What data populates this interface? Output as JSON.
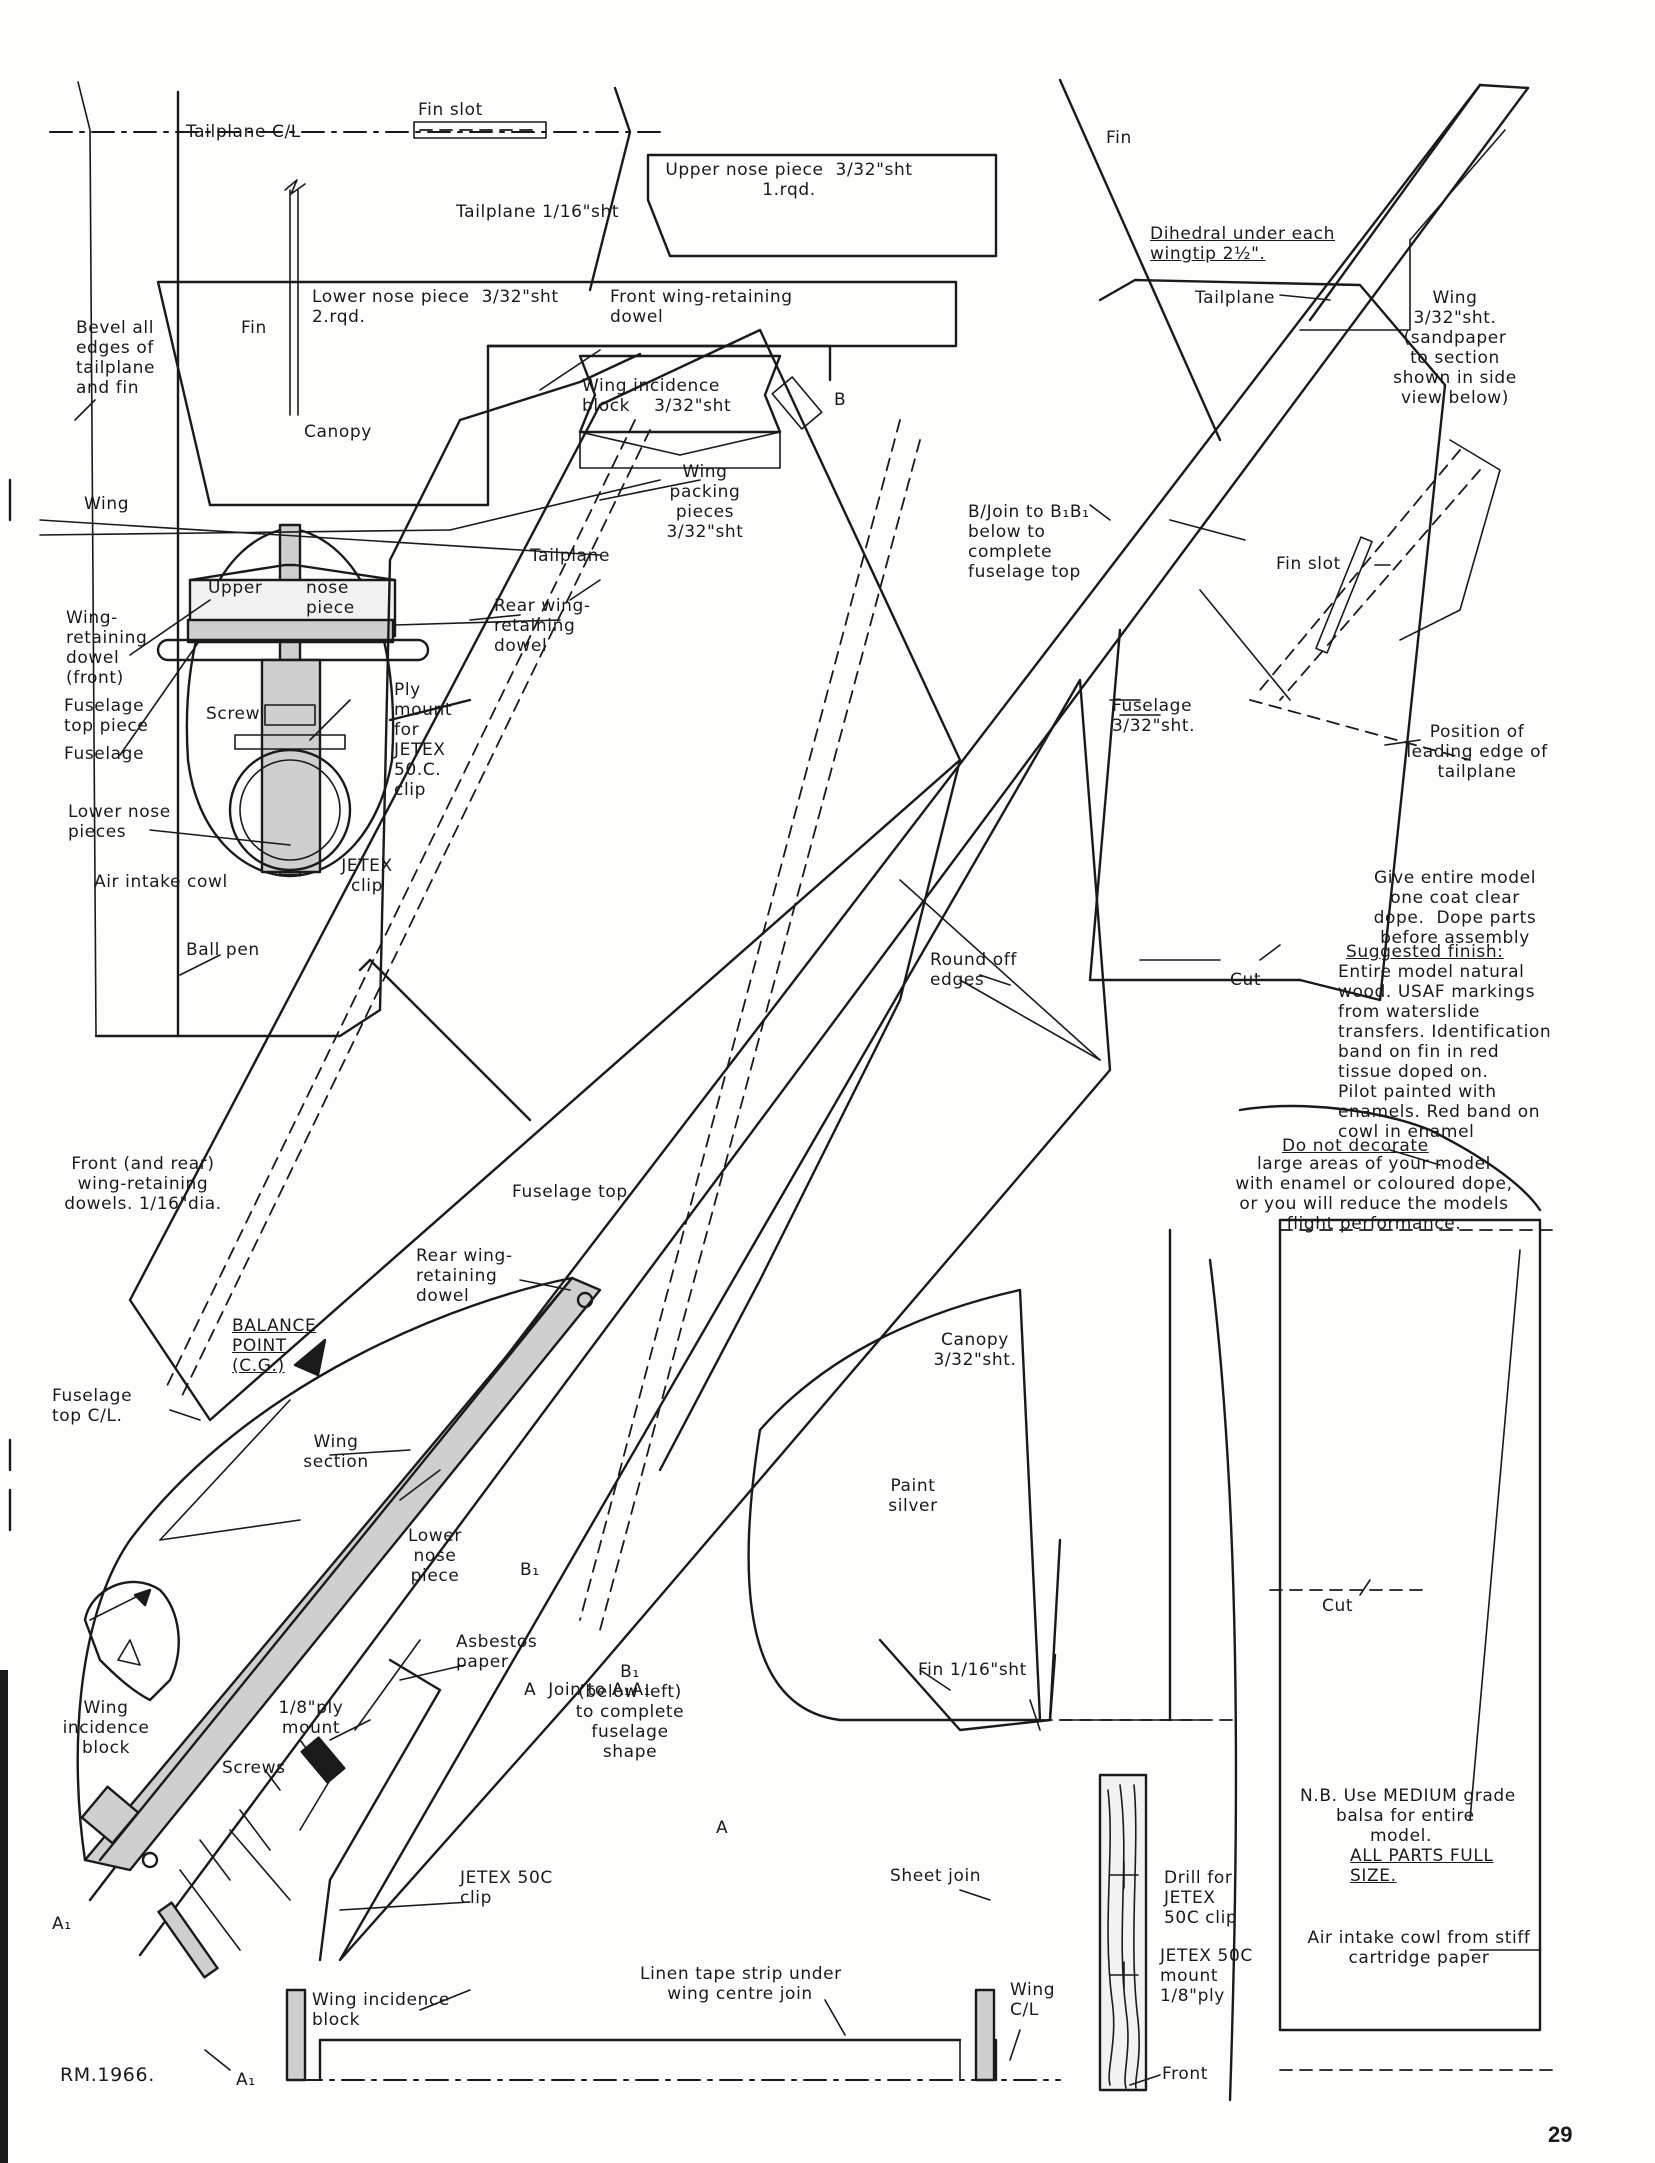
{
  "page_number": "29",
  "signature": "RM.1966.",
  "labels": {
    "fin_slot_top": "Fin slot",
    "tailplane_cl": "Tailplane C/L",
    "tailplane_sheet": "Tailplane 1/16\"sht",
    "upper_nose_piece_spec": "Upper nose piece  3/32\"sht\n1.rqd.",
    "fin_top_right": "Fin",
    "dihedral": "Dihedral under each\nwingtip 2½\".",
    "lower_nose_piece_spec": "Lower nose piece  3/32\"sht\n2.rqd.",
    "front_wing_dowel": "Front wing-retaining\ndowel",
    "tailplane_right": "Tailplane",
    "wing_sheet": "Wing\n3/32\"sht.\n(sandpaper\nto section\nshown in side\nview below)",
    "bevel_edges": "Bevel all\nedges of\ntailplane\nand fin",
    "fin_front_view": "Fin",
    "wing_incidence_block_top": "Wing incidence\nblock    3/32\"sht",
    "canopy_front_view": "Canopy",
    "b_mark_top": "B",
    "wing_front_view": "Wing",
    "wing_packing": "Wing\npacking\npieces\n3/32\"sht",
    "join_b": "B/Join to B₁B₁\nbelow to\ncomplete\nfuselage top",
    "tailplane_mid": "Tailplane",
    "upper_label": "Upper",
    "nose_piece_label": "nose\npiece",
    "rear_wing_dowel_front": "Rear wing-\nretaining\ndowel",
    "fin_slot_right": "Fin slot",
    "wing_retaining_front": "Wing-\nretaining\ndowel\n(front)",
    "fuselage_top_piece": "Fuselage\ntop piece",
    "screw": "Screw",
    "fuselage_front_view": "Fuselage",
    "ply_mount": "Ply\nmount\nfor\nJETEX\n50.C.\nclip",
    "fuselage_sheet": "Fuselage\n3/32\"sht.",
    "position_leading_edge": "Position of\nleading edge of\ntailplane",
    "lower_nose_pieces": "Lower nose\npieces",
    "air_intake_cowl": "Air intake cowl",
    "jetex_clip": "JETEX\nclip",
    "give_entire_model": "Give entire model\none coat clear\ndope.  Dope parts\nbefore assembly",
    "ball_pen": "Ball pen",
    "round_off": "Round off\nedges",
    "cut_top": "Cut",
    "suggested_finish_title": "Suggested finish:",
    "suggested_finish": "Entire model natural\nwood. USAF markings\nfrom waterslide\ntransfers. Identification\nband on fin in red\ntissue doped on.\nPilot painted with\nenamels. Red band on\ncowl in enamel",
    "do_not_decorate_title": "Do not decorate",
    "do_not_decorate": "large areas of your model\nwith enamel or coloured dope,\nor you will reduce the models\nflight performance.",
    "front_rear_dowels": "Front (and rear)\nwing-retaining\ndowels. 1/16\"dia.",
    "fuselage_top": "Fuselage top",
    "rear_wing_dowel_side": "Rear wing-\nretaining\ndowel",
    "balance_point": "BALANCE\nPOINT\n(C.G.)",
    "canopy_sheet": "Canopy\n3/32\"sht.",
    "fuselage_top_cl": "Fuselage\ntop C/L.",
    "wing_section": "Wing\nsection",
    "paint_silver": "Paint\nsilver",
    "lower_nose_piece_side": "Lower\nnose\npiece",
    "b1_mark": "B₁",
    "cut_bottom": "Cut",
    "asbestos_paper": "Asbestos\npaper",
    "join_a": "A  Join to A₁A₁",
    "b1_below": "B₁\n(below left)\nto complete\nfuselage\nshape",
    "fin_sheet": "Fin 1/16\"sht",
    "wing_incidence_block_side": "Wing\nincidence\nblock",
    "ply_mount_side": "1/8\"ply\nmount",
    "screws": "Screws",
    "nb_title": "N.B. Use MEDIUM grade",
    "nb_body": "balsa for entire\nmodel.",
    "all_parts_full_size": "ALL PARTS FULL\nSIZE.",
    "a_mark": "A",
    "jetex_50c_clip": "JETEX 50C\nclip",
    "sheet_join": "Sheet join",
    "drill_for": "Drill for\nJETEX\n50C clip",
    "air_intake_cowl_note": "Air intake cowl from stiff\ncartridge paper",
    "a1_mark_left": "A₁",
    "jetex_50c_mount": "JETEX 50C\nmount\n1/8\"ply",
    "linen_tape": "Linen tape strip under\nwing centre join",
    "wing_cl": "Wing\nC/L",
    "wing_incidence_block_bottom": "Wing incidence\nblock",
    "a1_mark_bottom": "A₁",
    "front_label": "Front"
  }
}
